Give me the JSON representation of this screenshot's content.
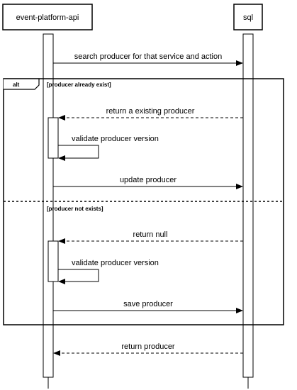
{
  "participants": {
    "api": "event-platform-api",
    "sql": "sql"
  },
  "messages": {
    "search": "search producer for that service and action",
    "return_existing": "return a existing producer",
    "validate1": "validate producer version",
    "update": "update producer",
    "return_null": "return null",
    "validate2": "validate producer version",
    "save": "save producer",
    "return_producer": "return producer"
  },
  "fragment": {
    "operator": "alt",
    "guard1": "[producer already exist]",
    "guard2": "[producer not exists]"
  },
  "colors": {
    "line": "#000000",
    "background": "#ffffff"
  }
}
